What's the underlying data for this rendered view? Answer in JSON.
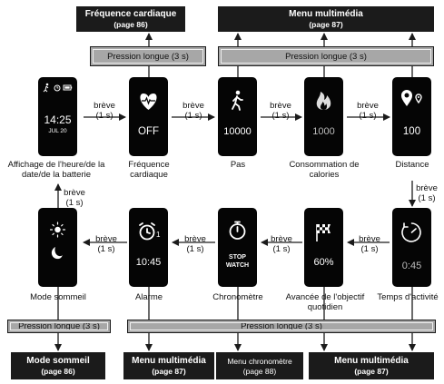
{
  "top_boxes": {
    "heart": {
      "title": "Fréquence cardiaque",
      "ref": "(page 86)"
    },
    "multimedia_top": {
      "title": "Menu multimédia",
      "ref": "(page 87)"
    }
  },
  "press_long": {
    "top_left": "Pression longue (3 s)",
    "top_right": "Pression longue (3 s)",
    "bottom_left": "Pression longue (3 s)",
    "bottom_right": "Pression longue (3 s)"
  },
  "short_press": {
    "word": "brève",
    "time": "(1 s)"
  },
  "screens": {
    "time": {
      "time": "14:25",
      "date": "JUL 20"
    },
    "heart": {
      "value": "OFF"
    },
    "steps": {
      "value": "10000"
    },
    "calories": {
      "value": "1000"
    },
    "distance": {
      "value": "100"
    },
    "activity": {
      "value": "0:45"
    },
    "goal": {
      "value": "60%"
    },
    "stopwatch": {
      "line1": "STOP",
      "line2": "WATCH"
    },
    "alarm": {
      "value": "10:45",
      "subscript": "1"
    }
  },
  "labels": {
    "time": "Affichage de l'heure/de la date/de la batterie",
    "heart": "Fréquence cardiaque",
    "steps": "Pas",
    "calories": "Consommation de calories",
    "distance": "Distance",
    "activity": "Temps d'activité",
    "goal": "Avancée de l'objectif quotidien",
    "stopwatch": "Chronomètre",
    "alarm": "Alarme",
    "sleep": "Mode sommeil"
  },
  "bottom_boxes": {
    "sleep": {
      "title": "Mode sommeil",
      "ref": "(page 86)"
    },
    "multimedia1": {
      "title": "Menu multimédia",
      "ref": "(page 87)"
    },
    "chrono": {
      "title": "Menu chronomètre",
      "ref": "(page 88)"
    },
    "multimedia2": {
      "title": "Menu multimédia",
      "ref": "(page 87)"
    }
  }
}
